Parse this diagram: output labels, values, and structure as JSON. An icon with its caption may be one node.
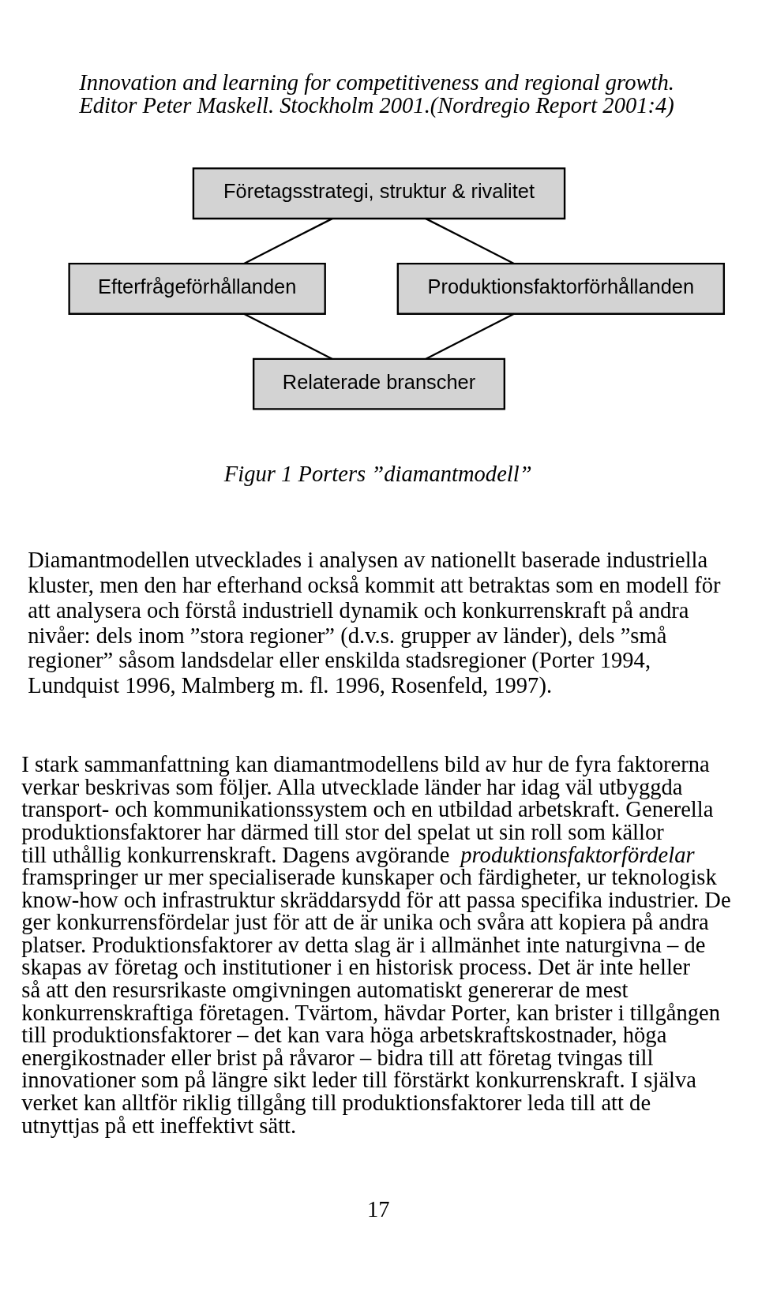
{
  "diagram": {
    "nodes": [
      {
        "text": [
          "Företagsstrategi, struktur & rivalitet"
        ]
      },
      {
        "text": [
          "Produktionsfaktorförhållanden"
        ]
      },
      {
        "text": [
          "Efterfrågeförhållanden"
        ]
      },
      {
        "text": [
          "Relaterade branscher"
        ]
      }
    ],
    "edges": [
      {
        "from": 1,
        "to": 0,
        "arrow": "none"
      },
      {
        "from": 0,
        "to": 2,
        "arrow": "none"
      },
      {
        "from": 1,
        "to": 3,
        "arrow": "none"
      },
      {
        "from": 3,
        "to": 2,
        "arrow": "none"
      }
    ],
    "labels": [
      "Innovation and learning for competitiveness and regional growth. Editor Peter Maskell. Stockholm 2001.(Nordregio Report 2001:4)",
      "Figur 1 Porters ”diamantmodell”",
      "Diamantmodellen utvecklades i analysen av nationellt baserade industriella kluster, men den har efterhand också kommit att betraktas som en modell för att analysera och förstå industriell dynamik och konkurrenskraft på andra nivåer: dels inom ”stora regioner” (d.v.s. grupper av länder), dels ”små regioner” såsom landsdelar eller enskilda stadsregioner (Porter 1994, Lundquist 1996, Malmberg m. fl. 1996, Rosenfeld, 1997).",
      "I stark sammanfattning kan diamantmodellens bild av hur de fyra faktorerna verkar beskrivas som följer. Alla utvecklade länder har idag väl utbyggda transport- och kommunikationssystem och en utbildad arbetskraft. Generella produktionsfaktorer har därmed till stor del spelat ut sin roll som källor till uthållig konkurrenskraft. Dagens avgörande *produktionsfaktorfördelar* framspringer ur mer specialiserade kunskaper och färdigheter, ur teknologisk know-how och infrastruktur skräddarsydd för att passa specifika industrier. De ger konkurrensfördelar just för att de är unika och svåra att kopiera på andra platser. Produktionsfaktorer av detta slag är i allmänhet inte naturgivna – de skapas av företag och institutioner i en historisk process. Det är inte heller så att den resursrikaste omgivningen automatiskt genererar de mest konkurrenskraftiga företagen. Tvärtom, hävdar Porter, kan brister i tillgången till produktionsfaktorer – det kan vara höga arbetskraftskostnader, höga energikostnader eller brist på råvaror – bidra till att företag tvingas till innovationer som på längre sikt leder till förstärkt konkurrenskraft. I själva verket kan alltför riklig tillgång till produktionsfaktorer leda till att de utnyttjas på ett ineffektivt sätt.",
      "17"
    ]
  }
}
